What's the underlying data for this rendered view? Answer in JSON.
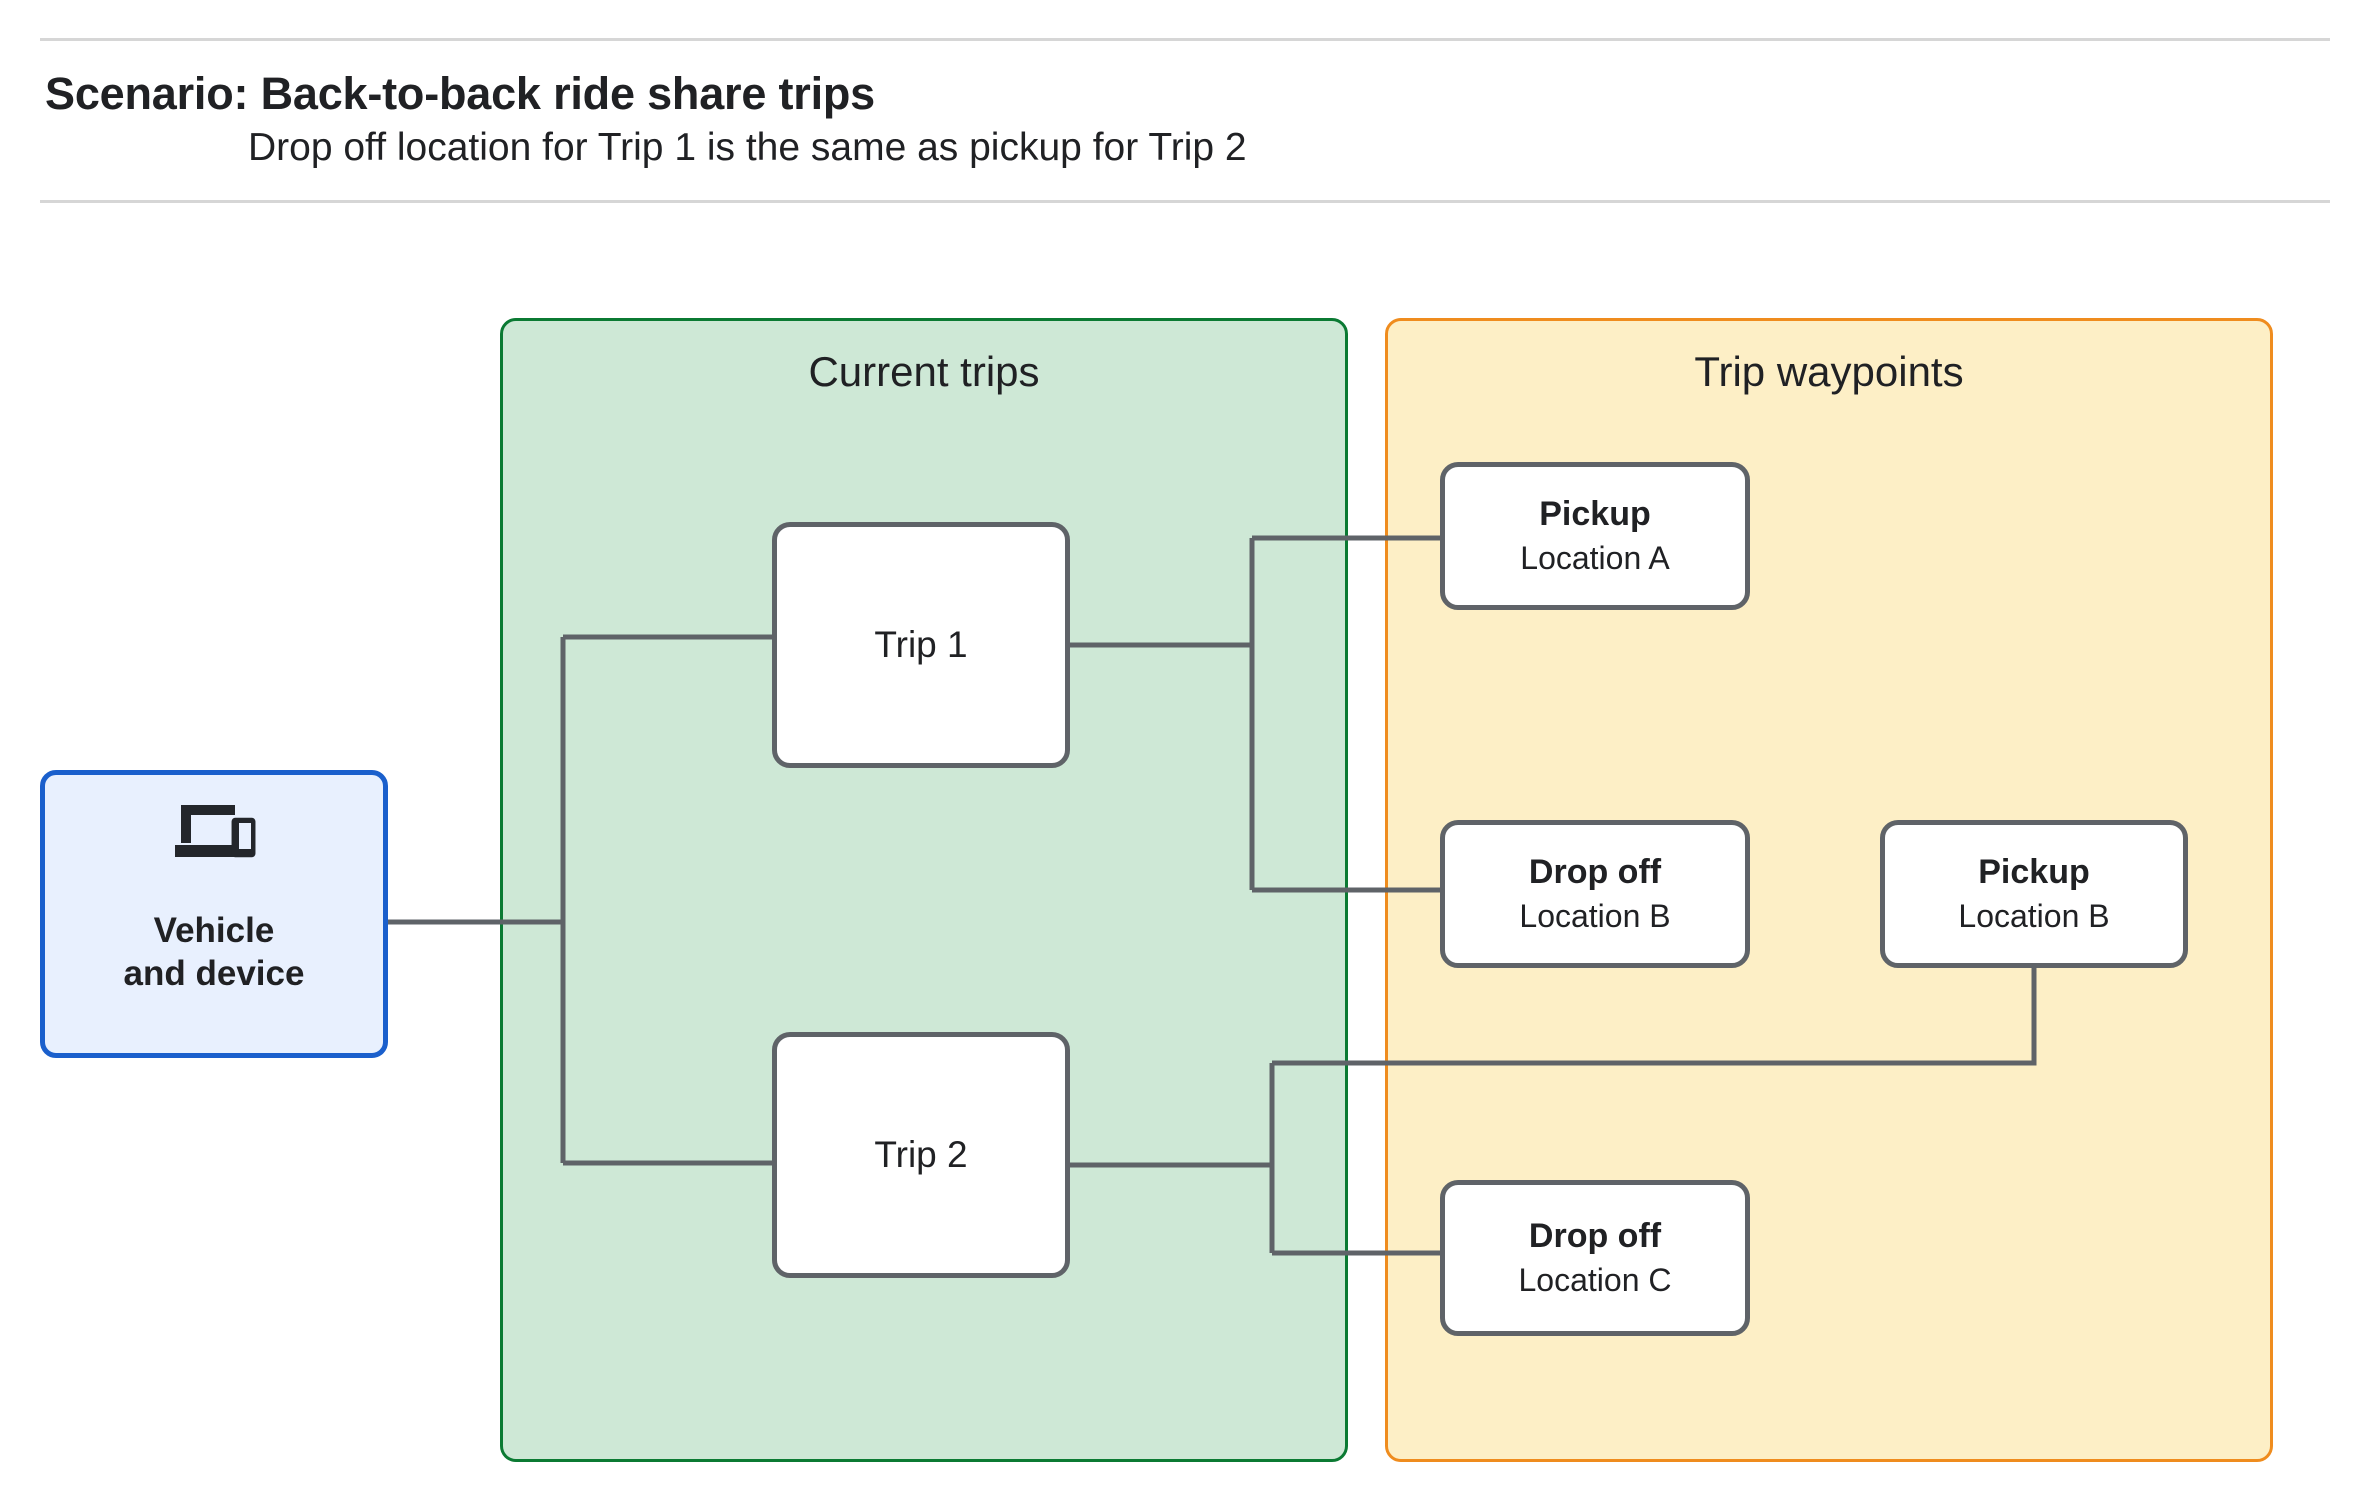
{
  "header": {
    "title": "Scenario: Back-to-back ride share trips",
    "subtitle": "Drop off  location for Trip 1 is the same as pickup for Trip 2"
  },
  "panels": {
    "current_trips": {
      "title": "Current trips",
      "fill": "#cee8d6",
      "border": "#0b7a33"
    },
    "trip_waypoints": {
      "title": "Trip waypoints",
      "fill": "#fdefc6",
      "border": "#ef8c1e"
    }
  },
  "vehicle": {
    "label": "Vehicle\nand device",
    "icon": "devices-icon",
    "fill": "#e8f0fe",
    "border": "#1a5fcc"
  },
  "trips": [
    {
      "label": "Trip 1"
    },
    {
      "label": "Trip 2"
    }
  ],
  "waypoints": [
    {
      "title": "Pickup",
      "location": "Location A"
    },
    {
      "title": "Drop off",
      "location": "Location B"
    },
    {
      "title": "Pickup",
      "location": "Location B"
    },
    {
      "title": "Drop off",
      "location": "Location C"
    }
  ],
  "colors": {
    "connector": "#5f6368",
    "node_border": "#5f6368",
    "divider": "#d6d6d6",
    "text": "#202124"
  }
}
